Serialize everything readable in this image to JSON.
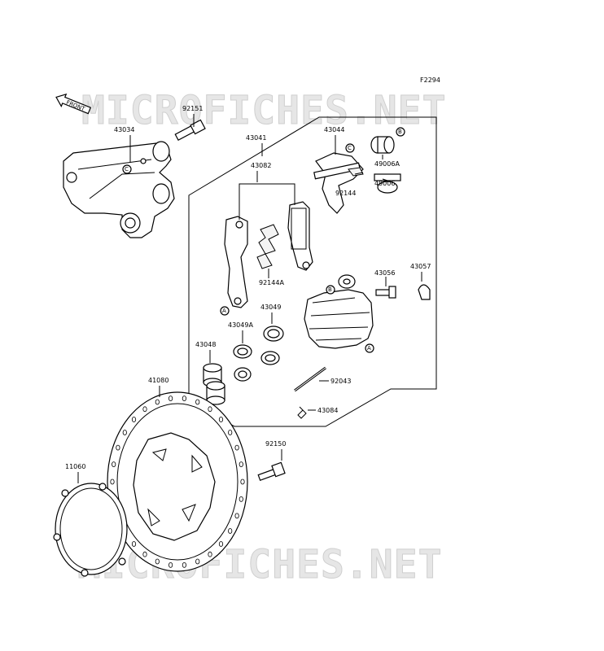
{
  "figure_code": "F2294",
  "watermark": "MICROFICHES.NET",
  "front_label": "FRONT",
  "callout_marks": {
    "a": "A",
    "b": "B",
    "c": "C"
  },
  "parts": {
    "p92151": "92151",
    "p43034": "43034",
    "p43041": "43041",
    "p43044": "43044",
    "p43082": "43082",
    "p49006a": "49006A",
    "p92144": "92144",
    "p49006": "49006",
    "p92144a": "92144A",
    "p43056": "43056",
    "p43057": "43057",
    "p43049": "43049",
    "p43049a": "43049A",
    "p43048": "43048",
    "p92043": "92043",
    "p43084": "43084",
    "p41080": "41080",
    "p92150": "92150",
    "p11060": "11060"
  }
}
